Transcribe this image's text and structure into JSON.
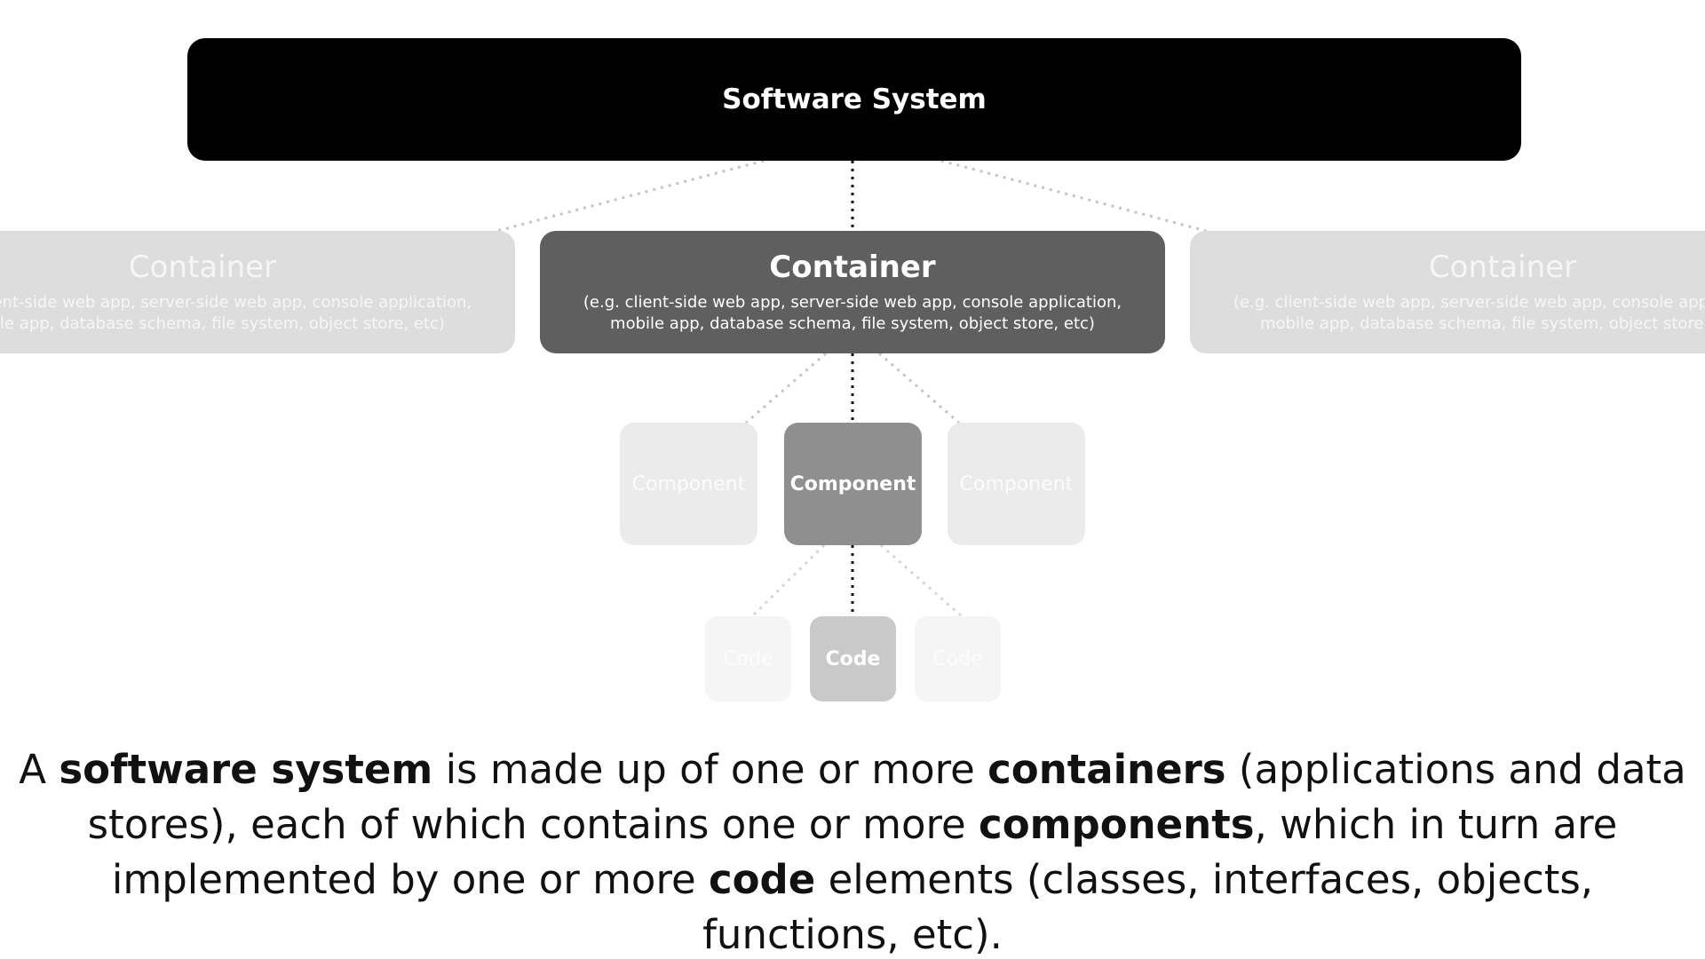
{
  "software_system": {
    "label": "Software System"
  },
  "containers": [
    {
      "title": "Container",
      "desc_line1": "(e.g. client-side web app, server-side web app, console application,",
      "desc_line2": "mobile app, database schema, file system, object store, etc)"
    },
    {
      "title": "Container",
      "desc_line1": "(e.g. client-side web app, server-side web app, console application,",
      "desc_line2": "mobile app, database schema, file system, object store, etc)"
    },
    {
      "title": "Container",
      "desc_line1": "(e.g. client-side web app, server-side web app, console application,",
      "desc_line2": "mobile app, database schema, file system, object store, etc)"
    }
  ],
  "components": [
    {
      "label": "Component"
    },
    {
      "label": "Component"
    },
    {
      "label": "Component"
    }
  ],
  "code": [
    {
      "label": "Code"
    },
    {
      "label": "Code"
    },
    {
      "label": "Code"
    }
  ],
  "caption": {
    "p1": "A ",
    "b1": "software system",
    "p2": " is made up of one or more ",
    "b2": "containers",
    "p3": " (applications and data stores), each of which contains one or more ",
    "b3": "components",
    "p4": ", which in turn are implemented by one or more ",
    "b4": "code",
    "p5": " elements (classes, interfaces, objects, functions, etc)."
  },
  "colors": {
    "system": "#000000",
    "container_active": "#5f5f5f",
    "container_faded": "#dddddd",
    "component_active": "#8f8f8f",
    "component_faded": "#ebebeb",
    "code_active": "#c9c9c9",
    "code_faded": "#f5f5f5"
  }
}
